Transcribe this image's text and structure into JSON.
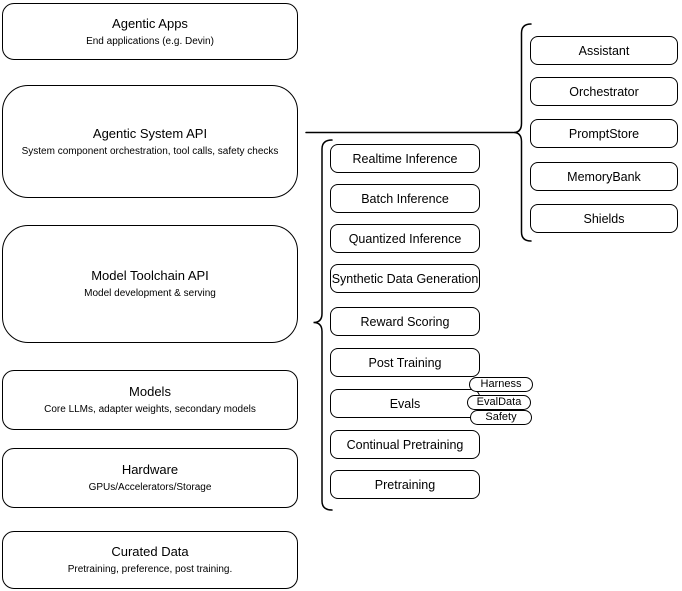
{
  "diagram": {
    "colors": {
      "stroke": "#000000",
      "fill": "#ffffff",
      "text": "#000000"
    },
    "left_column": [
      {
        "title": "Agentic Apps",
        "subtitle": "End applications (e.g. Devin)"
      },
      {
        "title": "Agentic System API",
        "subtitle": "System component orchestration, tool calls, safety checks"
      },
      {
        "title": "Model Toolchain API",
        "subtitle": "Model development & serving"
      },
      {
        "title": "Models",
        "subtitle": "Core LLMs, adapter weights, secondary models"
      },
      {
        "title": "Hardware",
        "subtitle": "GPUs/Accelerators/Storage"
      },
      {
        "title": "Curated Data",
        "subtitle": "Pretraining, preference, post training."
      }
    ],
    "middle_column": [
      "Realtime Inference",
      "Batch Inference",
      "Quantized Inference",
      "Synthetic Data Generation",
      "Reward Scoring",
      "Post Training",
      "Evals",
      "Continual Pretraining",
      "Pretraining"
    ],
    "right_column": [
      "Assistant",
      "Orchestrator",
      "PromptStore",
      "MemoryBank",
      "Shields"
    ],
    "eval_pills": [
      "Harness",
      "EvalData",
      "Safety"
    ]
  }
}
